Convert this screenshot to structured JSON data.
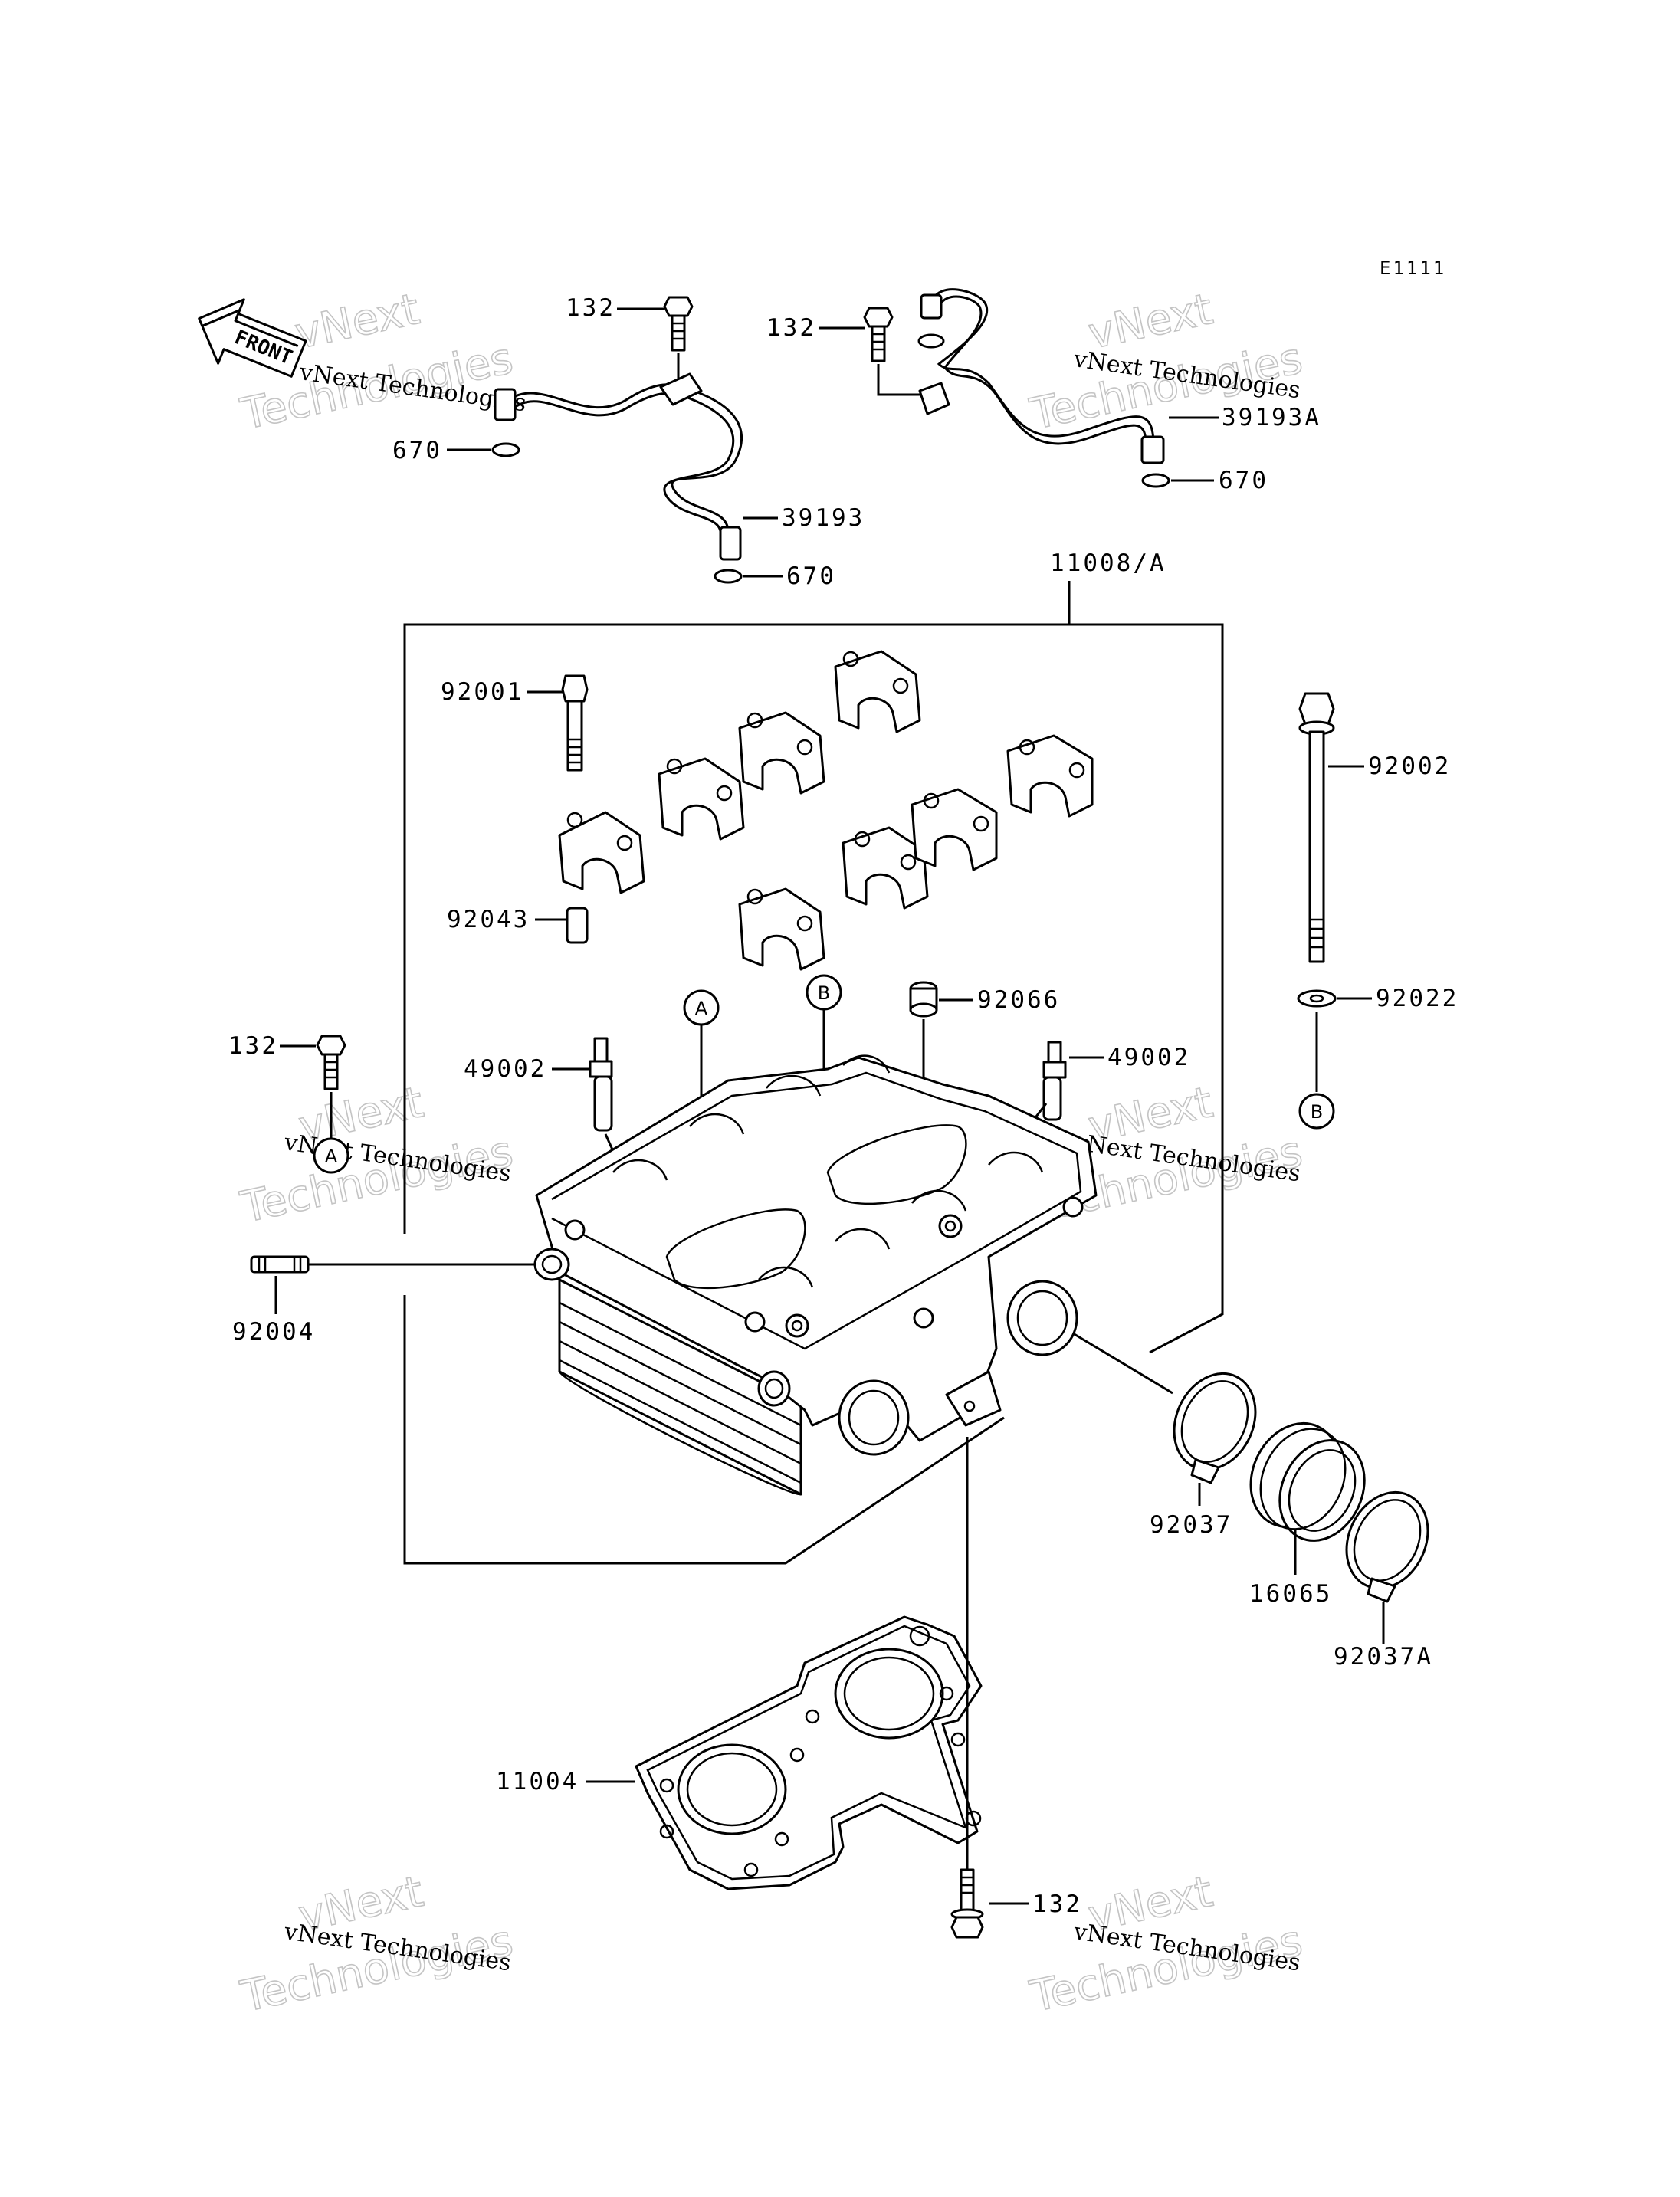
{
  "diagram_code": "E1111",
  "front_label": "FRONT",
  "watermark": {
    "line1": "vNext Technologies",
    "line2": "vNext",
    "line3": "Technologies"
  },
  "parts": {
    "p132_a": "132",
    "p132_b": "132",
    "p132_c": "132",
    "p132_d": "132",
    "p670_a": "670",
    "p670_b": "670",
    "p670_c": "670",
    "p39193": "39193",
    "p39193a": "39193A",
    "p11008": "11008/A",
    "p92001": "92001",
    "p92043": "92043",
    "p92002": "92002",
    "p92022": "92022",
    "p92066": "92066",
    "p49002_a": "49002",
    "p49002_b": "49002",
    "p92004": "92004",
    "p92037": "92037",
    "p16065": "16065",
    "p92037a": "92037A",
    "p11004": "11004"
  },
  "callouts": {
    "a1": "A",
    "b1": "B",
    "b2": "B",
    "a2": "A"
  }
}
